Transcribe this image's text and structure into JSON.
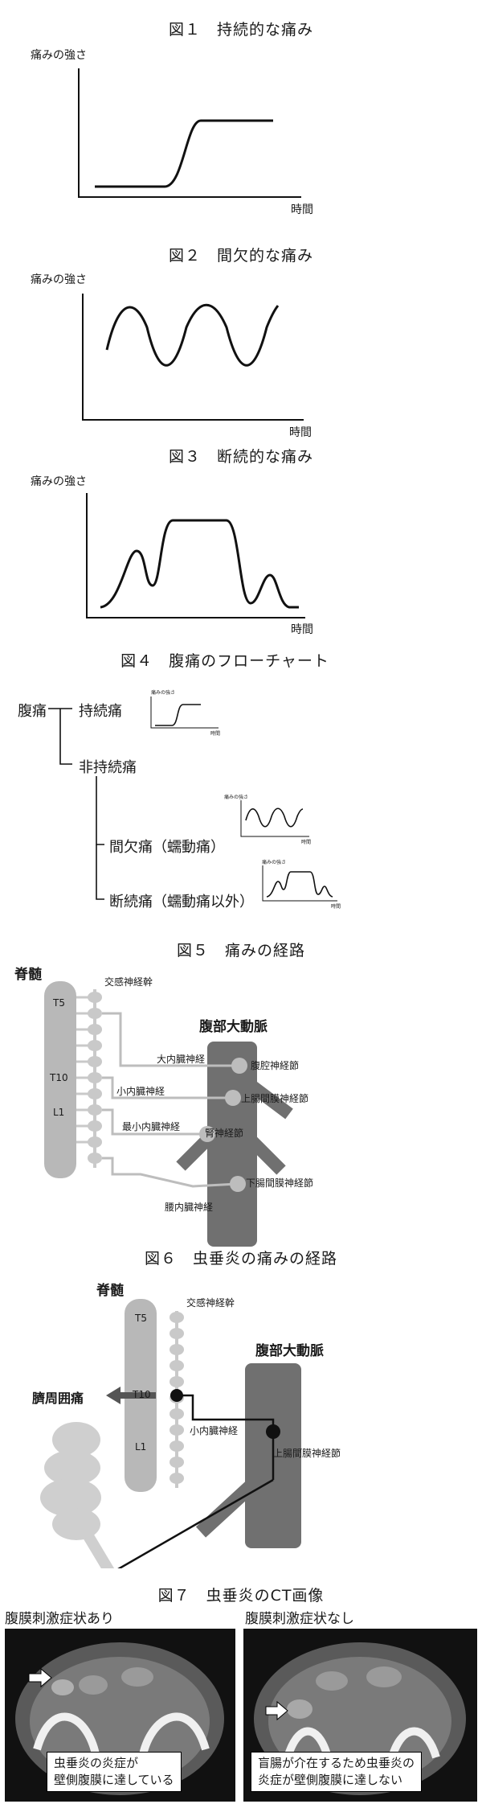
{
  "fig1": {
    "title": "図１　持続的な痛み",
    "ylabel": "痛みの強さ",
    "xlabel": "時間"
  },
  "fig2": {
    "title": "図２　間欠的な痛み",
    "ylabel": "痛みの強さ",
    "xlabel": "時間"
  },
  "fig3": {
    "title": "図３　断続的な痛み",
    "ylabel": "痛みの強さ",
    "xlabel": "時間"
  },
  "fig4": {
    "title": "図４　腹痛のフローチャート",
    "root": "腹痛",
    "continuous": "持続痛",
    "non_continuous": "非持続痛",
    "intermittent": "間欠痛（蠕動痛）",
    "interrupted": "断続痛（蠕動痛以外）",
    "mini_ylabel": "痛みの強さ",
    "mini_xlabel": "時間"
  },
  "fig5": {
    "title": "図５　痛みの経路",
    "spinal_cord": "脊髄",
    "sympathetic_trunk": "交感神経幹",
    "aorta": "腹部大動脈",
    "t5": "T5",
    "t10": "T10",
    "l1": "L1",
    "greater_splanchnic": "大内臓神経",
    "lesser_splanchnic": "小内臓神経",
    "least_splanchnic": "最小内臓神経",
    "lumbar_splanchnic": "腰内臓神経",
    "celiac_ganglion": "腹腔神経節",
    "superior_mesenteric_ganglion": "上腸間膜神経節",
    "renal_ganglion": "腎神経節",
    "inferior_mesenteric_ganglion": "下腸間膜神経節"
  },
  "fig6": {
    "title": "図６　虫垂炎の痛みの経路",
    "spinal_cord": "脊髄",
    "sympathetic_trunk": "交感神経幹",
    "aorta": "腹部大動脈",
    "t5": "T5",
    "t10": "T10",
    "l1": "L1",
    "periumbilical_pain": "臍周囲痛",
    "lesser_splanchnic": "小内臓神経",
    "superior_mesenteric_ganglion": "上腸間膜神経節"
  },
  "fig7": {
    "title": "図７　虫垂炎のCT画像",
    "left_heading": "腹膜刺激症状あり",
    "right_heading": "腹膜刺激症状なし",
    "left_caption_1": "虫垂炎の炎症が",
    "left_caption_2": "壁側腹膜に達している",
    "right_caption_1": "盲腸が介在するため虫垂炎の",
    "right_caption_2": "炎症が壁側腹膜に達しない"
  },
  "colors": {
    "line": "#111111",
    "spine": "#b8b8b8",
    "aorta": "#707070",
    "trunk": "#c9c9c9",
    "nerve": "#bdbdbd"
  }
}
